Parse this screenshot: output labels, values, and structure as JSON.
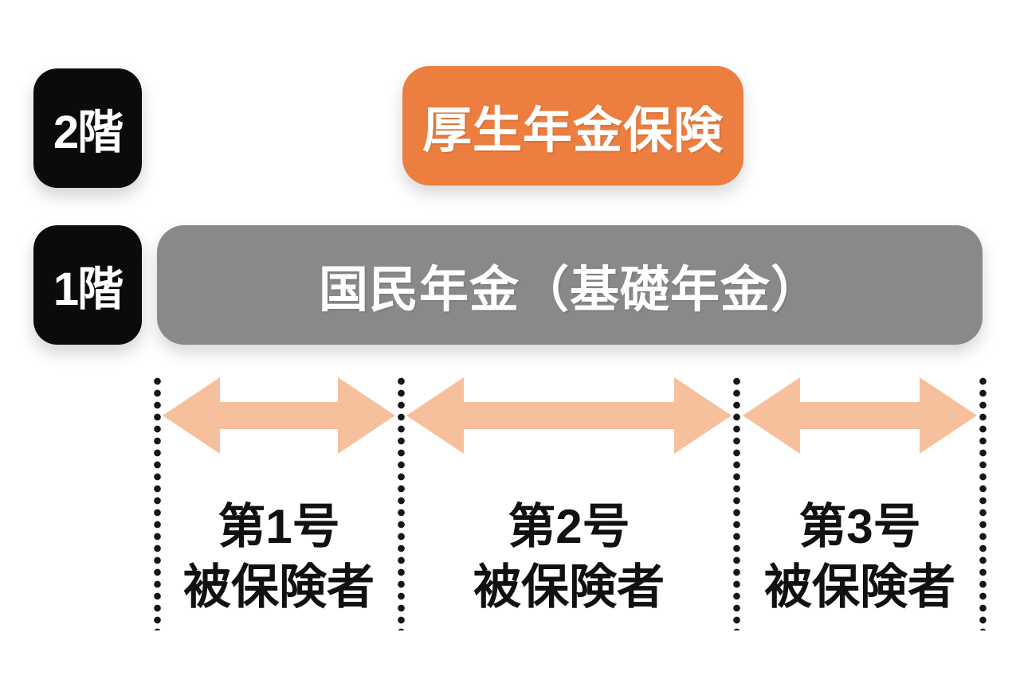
{
  "colors": {
    "orange": "#ec7e3f",
    "peach": "#f7c09c",
    "gray": "#898989",
    "black": "#0b0b0b"
  },
  "floors": [
    {
      "badge": "2階",
      "label": "厚生年金保険"
    },
    {
      "badge": "1階",
      "label": "国民年金（基礎年金）"
    }
  ],
  "categories": [
    {
      "line1": "第1号",
      "line2": "被保険者"
    },
    {
      "line1": "第2号",
      "line2": "被保険者"
    },
    {
      "line1": "第3号",
      "line2": "被保険者"
    }
  ]
}
